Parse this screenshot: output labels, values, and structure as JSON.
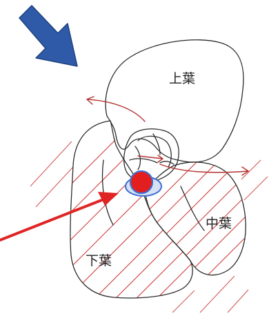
{
  "labels": {
    "upper_lobe": "上葉",
    "middle_lobe": "中葉",
    "lower_lobe": "下葉"
  },
  "icons": {
    "view_arrow": "arrow-down-right-icon",
    "pointer_arrow": "arrow-up-right-icon",
    "marker": "dot-marker-icon"
  },
  "colors": {
    "view_arrow": "#2e5aa8",
    "pointer_arrow": "#e02424",
    "marker_fill": "#e31e1e",
    "marker_ring": "#3f6fd1",
    "hatch": "#cc3a3a",
    "rotation_arrows": "#b53030"
  }
}
